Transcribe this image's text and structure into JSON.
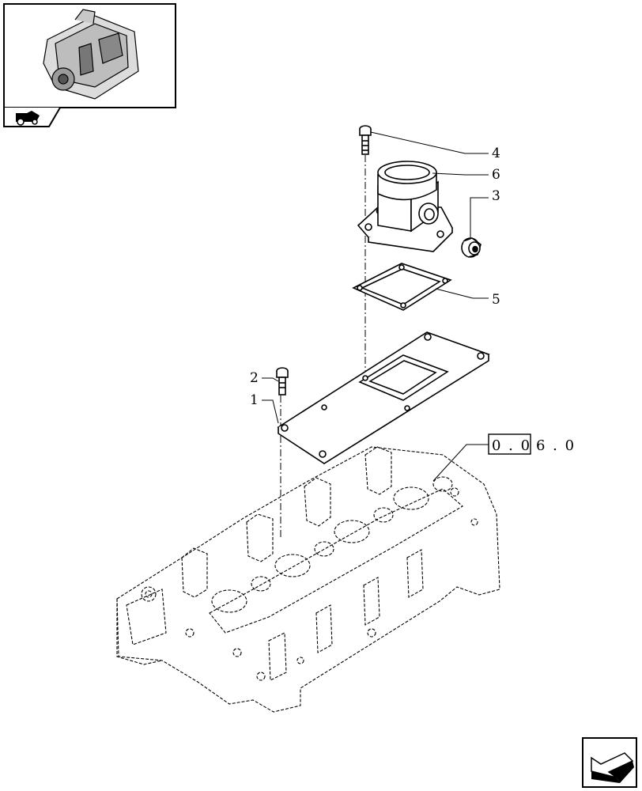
{
  "callouts": {
    "c1": "1",
    "c2": "2",
    "c3": "3",
    "c4": "4",
    "c5": "5",
    "c6": "6"
  },
  "reference": {
    "boxed": "0 . 0",
    "rest": "6 . 0"
  },
  "icons": {
    "thumbnail": "engine-thumbnail-icon",
    "section": "tractor-section-icon",
    "nav": "next-page-arrow-icon"
  },
  "colors": {
    "line": "#000000",
    "background": "#ffffff"
  }
}
